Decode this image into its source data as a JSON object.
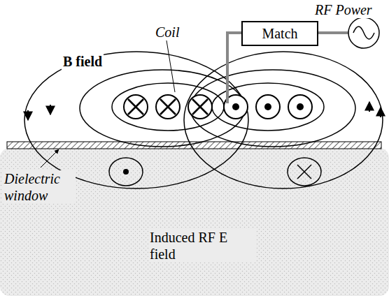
{
  "diagram": {
    "nodes": [
      {
        "text": [
          "Match"
        ]
      }
    ],
    "labels": [
      "RF Power",
      "Coil",
      "B field",
      "Dielectric window",
      "Induced RF E field"
    ]
  }
}
